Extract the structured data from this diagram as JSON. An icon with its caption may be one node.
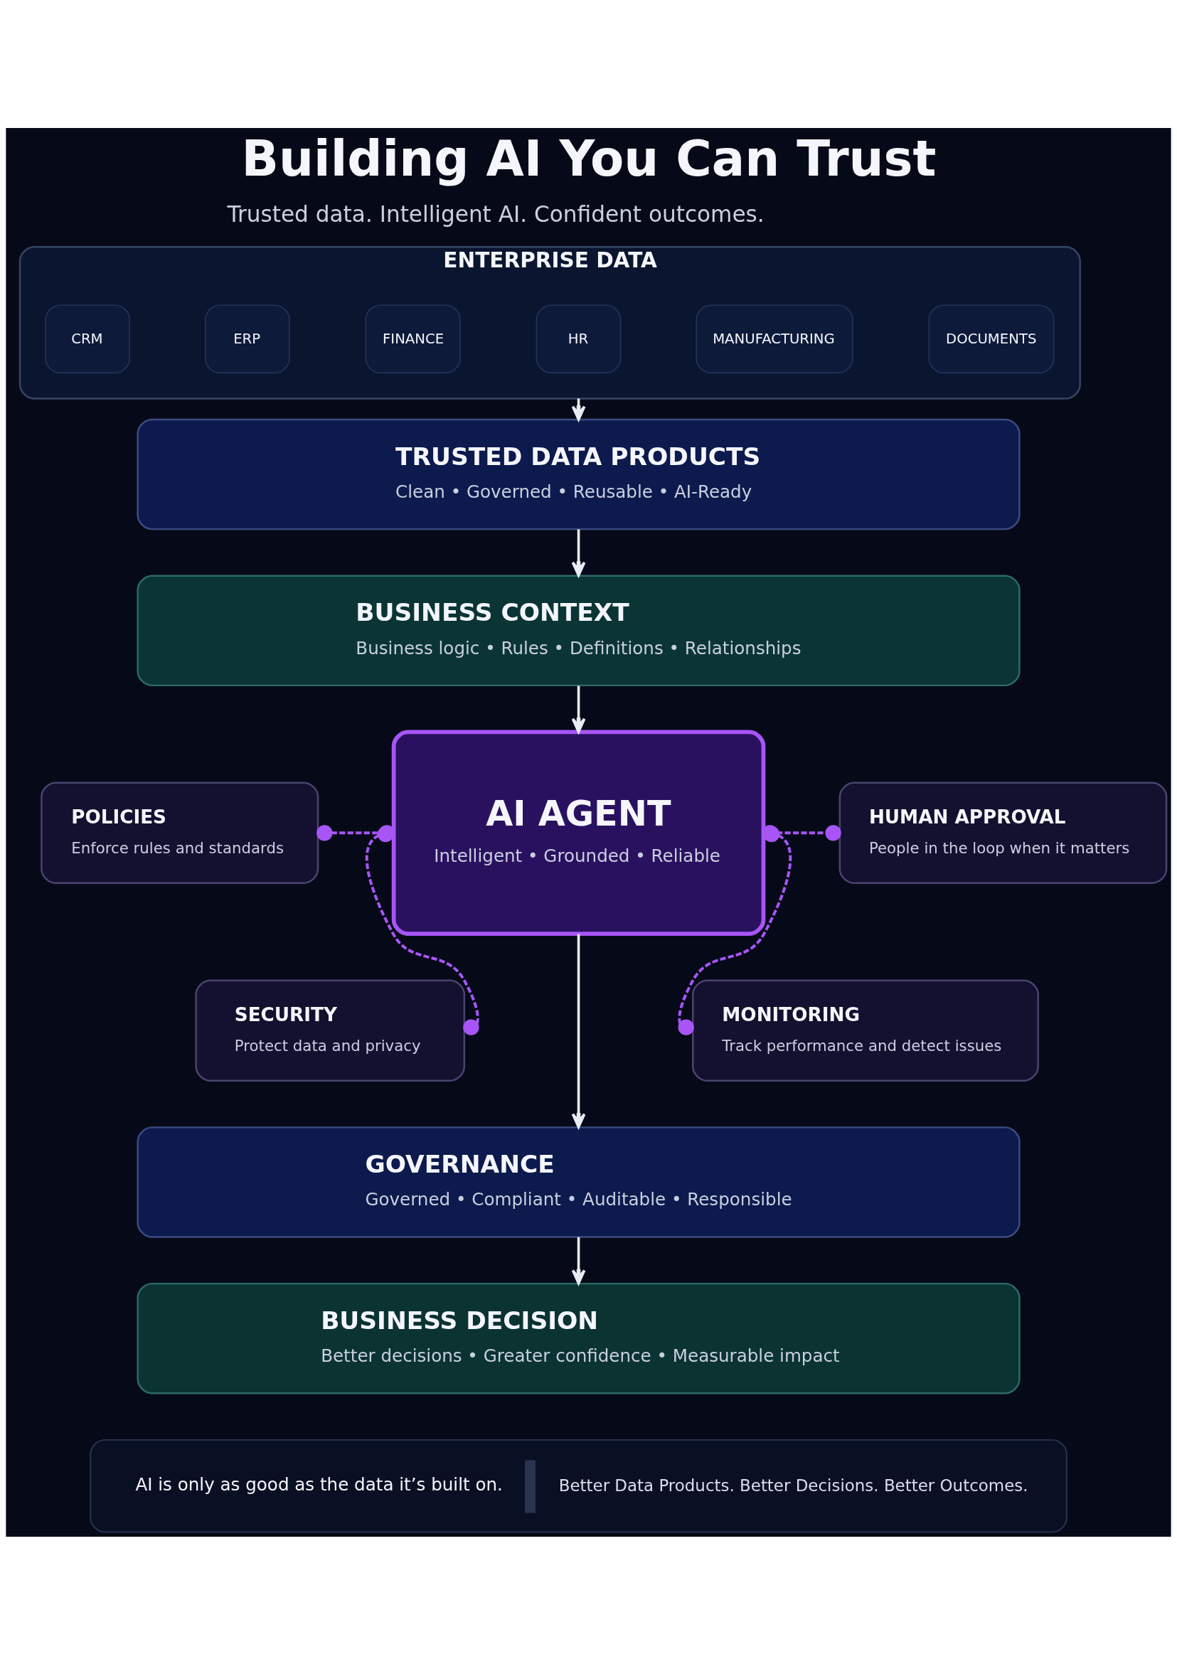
{
  "diagram": {
    "title": "Building AI You Can Trust",
    "nodes": [
      {
        "text": [
          "ENTERPRISE DATA"
        ]
      },
      {
        "text": [
          "CRM"
        ],
        "in": 0
      },
      {
        "text": [
          "ERP"
        ],
        "in": 0
      },
      {
        "text": [
          "FINANCE"
        ],
        "in": 0
      },
      {
        "text": [
          "HR"
        ],
        "in": 0
      },
      {
        "text": [
          "MANUFACTURING"
        ],
        "in": 0
      },
      {
        "text": [
          "DOCUMENTS"
        ],
        "in": 0
      },
      {
        "text": [
          "TRUSTED DATA PRODUCTS",
          "Clean • Governed • Reusable • AI-Ready"
        ]
      },
      {
        "text": [
          "BUSINESS CONTEXT",
          "Business logic • Rules • Definitions • Relationships"
        ]
      },
      {
        "text": [
          "POLICIES",
          "Enforce rules and standards"
        ]
      },
      {
        "text": [
          "AI AGENT",
          "Intelligent • Grounded • Reliable"
        ]
      },
      {
        "text": [
          "HUMAN APPROVAL",
          "People in the loop when it matters"
        ]
      },
      {
        "text": [
          "SECURITY",
          "Protect data and privacy"
        ]
      },
      {
        "text": [
          "MONITORING",
          "Track performance and detect issues"
        ]
      },
      {
        "text": [
          "GOVERNANCE",
          "Governed • Compliant • Auditable • Responsible"
        ]
      },
      {
        "text": [
          "BUSINESS DECISION",
          "Better decisions • Greater confidence • Measurable impact"
        ]
      },
      {
        "text": [
          "AI is only as good as the data it’s built on.",
          "Better Data Products. Better Decisions. Better Outcomes."
        ]
      }
    ],
    "edges": [
      {
        "from": 0,
        "to": 7,
        "arrow": "to"
      },
      {
        "from": 7,
        "to": 8,
        "arrow": "to"
      },
      {
        "from": 8,
        "to": 10,
        "arrow": "to"
      },
      {
        "from": 9,
        "to": 10,
        "arrow": "other",
        "style": "dashed",
        "color": "#a855f7"
      },
      {
        "from": 12,
        "to": 10,
        "arrow": "other",
        "style": "dashed",
        "color": "#a855f7"
      },
      {
        "from": 10,
        "to": 11,
        "arrow": "other",
        "style": "dashed",
        "color": "#a855f7"
      },
      {
        "from": 10,
        "to": 13,
        "arrow": "other",
        "style": "dashed",
        "color": "#a855f7"
      },
      {
        "from": 10,
        "to": 14,
        "arrow": "to"
      },
      {
        "from": 14,
        "to": 15,
        "arrow": "to"
      }
    ],
    "labels": [
      "Trusted data. Intelligent AI. Confident outcomes."
    ]
  }
}
